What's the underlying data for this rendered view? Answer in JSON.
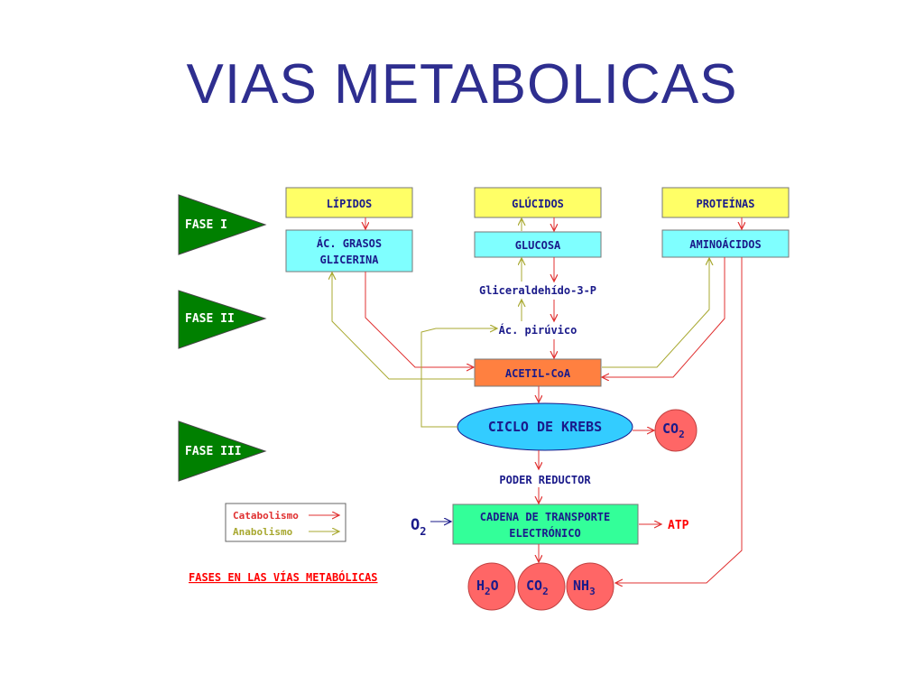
{
  "title": "VIAS METABOLICAS",
  "phases": {
    "fase1": "FASE I",
    "fase2": "FASE II",
    "fase3": "FASE III"
  },
  "boxes": {
    "lipidos": "LÍPIDOS",
    "glucidos": "GLÚCIDOS",
    "proteinas": "PROTEÍNAS",
    "ac_grasos_1": "ÁC. GRASOS",
    "ac_grasos_2": "GLICERINA",
    "glucosa": "GLUCOSA",
    "aminoacidos": "AMINOÁCIDOS",
    "gliceraldehido": "Gliceraldehído-3-P",
    "ac_piruvico": "Ác. pirúvico",
    "acetil_coa": "ACETIL-CoA",
    "krebs": "CICLO DE KREBS",
    "co2_krebs_base": "CO",
    "co2_krebs_sub": "2",
    "poder_reductor": "PODER REDUCTOR",
    "cadena_1": "CADENA DE TRANSPORTE",
    "cadena_2": "ELECTRÓNICO",
    "o2_base": "O",
    "o2_sub": "2",
    "atp": "ATP",
    "h2o_a": "H",
    "h2o_sub": "2",
    "h2o_b": "O",
    "co2_base": "CO",
    "co2_sub": "2",
    "nh3_base": "NH",
    "nh3_sub": "3"
  },
  "legend": {
    "catabolismo": "Catabolismo",
    "anabolismo": "Anabolismo"
  },
  "caption": "FASES EN LAS VÍAS METABÓLICAS",
  "colors": {
    "title": "#2e2e8f",
    "yellow_box": "#ffff66",
    "cyan_box": "#7fffff",
    "orange_box": "#ff8040",
    "green_box": "#33ff99",
    "phase_arrow": "#008000",
    "catabolic": "#e03030",
    "anabolic": "#a8a830",
    "circle": "#ff6666",
    "text_blue": "#1a1a8a",
    "text_red": "#ff0000"
  }
}
